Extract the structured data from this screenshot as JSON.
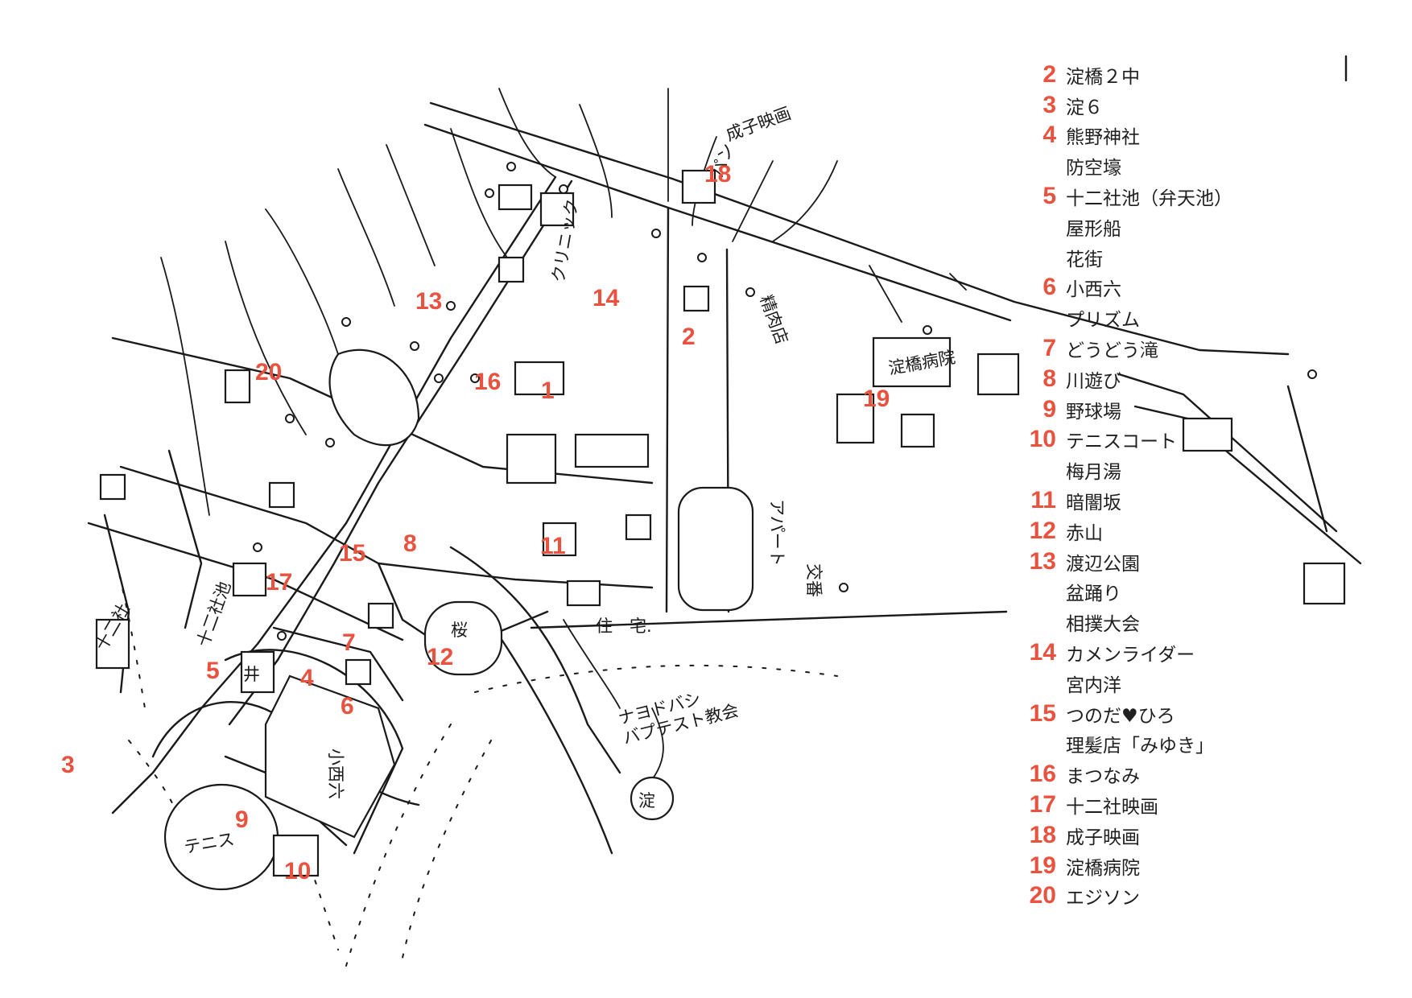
{
  "map_markers": [
    {
      "number": "1"
    },
    {
      "number": "2"
    },
    {
      "number": "3"
    },
    {
      "number": "4"
    },
    {
      "number": "5"
    },
    {
      "number": "6"
    },
    {
      "number": "7"
    },
    {
      "number": "8"
    },
    {
      "number": "9"
    },
    {
      "number": "10"
    },
    {
      "number": "11"
    },
    {
      "number": "12"
    },
    {
      "number": "13"
    },
    {
      "number": "14"
    },
    {
      "number": "15"
    },
    {
      "number": "16"
    },
    {
      "number": "17"
    },
    {
      "number": "18"
    },
    {
      "number": "19"
    },
    {
      "number": "20"
    }
  ],
  "map_labels": {
    "jutaku": "住　宅.",
    "church": "ナヨドバシ\nバプテスト教会",
    "pan": "パン",
    "seinikuya": "精肉店",
    "clinic": "クリニック",
    "apart": "アパート",
    "koban": "交番",
    "yodo": "淀",
    "juunisha": "十二社",
    "kumanoi": "井",
    "koniku": "小西六",
    "tennis": "テニス",
    "minami_ike": "十二社池",
    "sakura": "桜",
    "naruko_eiga": "成子映画",
    "yodobashi_byoin": "淀橋病院"
  },
  "legend": [
    {
      "number": "2",
      "lines": [
        "淀橋２中"
      ]
    },
    {
      "number": "3",
      "lines": [
        "淀６"
      ]
    },
    {
      "number": "4",
      "lines": [
        "熊野神社",
        "防空壕"
      ]
    },
    {
      "number": "5",
      "lines": [
        "十二社池（弁天池）",
        "屋形船",
        "花街"
      ]
    },
    {
      "number": "6",
      "lines": [
        "小西六",
        "プリズム"
      ]
    },
    {
      "number": "7",
      "lines": [
        "どうどう滝"
      ]
    },
    {
      "number": "8",
      "lines": [
        "川遊び"
      ]
    },
    {
      "number": "9",
      "lines": [
        "野球場"
      ]
    },
    {
      "number": "10",
      "lines": [
        "テニスコート",
        "梅月湯"
      ]
    },
    {
      "number": "11",
      "lines": [
        "暗闇坂"
      ]
    },
    {
      "number": "12",
      "lines": [
        "赤山"
      ]
    },
    {
      "number": "13",
      "lines": [
        "渡辺公園",
        "盆踊り",
        "相撲大会"
      ]
    },
    {
      "number": "14",
      "lines": [
        "カメンライダー",
        "宮内洋"
      ]
    },
    {
      "number": "15",
      "lines": [
        "つのだ♥ひろ",
        "理髪店「みゆき」"
      ]
    },
    {
      "number": "16",
      "lines": [
        "まつなみ"
      ]
    },
    {
      "number": "17",
      "lines": [
        "十二社映画"
      ]
    },
    {
      "number": "18",
      "lines": [
        "成子映画"
      ]
    },
    {
      "number": "19",
      "lines": [
        "淀橋病院"
      ]
    },
    {
      "number": "20",
      "lines": [
        "エジソン"
      ]
    }
  ],
  "colors": {
    "marker": "#e8523f",
    "ink": "#1a1a1a",
    "paper": "#ffffff"
  }
}
